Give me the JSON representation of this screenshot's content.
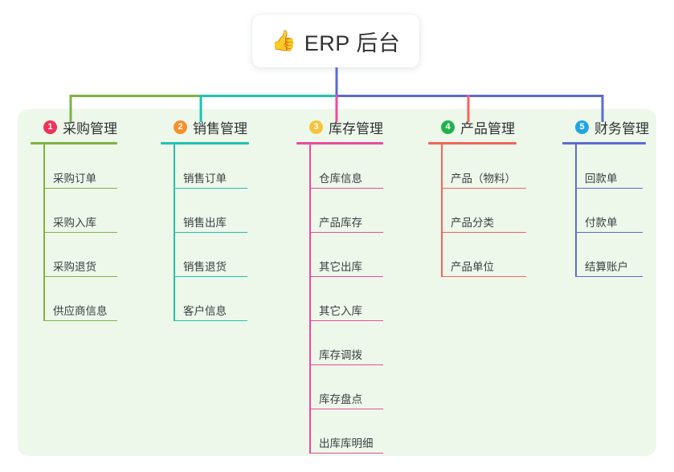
{
  "root": {
    "icon": "thumbs-up-icon",
    "emoji": "👍",
    "title": "ERP 后台"
  },
  "panel": {
    "background": "#EDF7EA"
  },
  "columns": [
    {
      "index": "1",
      "badge_color": "#F0325A",
      "color": "#7CB342",
      "label": "采购管理",
      "items": [
        "采购订单",
        "采购入库",
        "采购退货",
        "供应商信息"
      ]
    },
    {
      "index": "2",
      "badge_color": "#F5902B",
      "color": "#1FC3B0",
      "label": "销售管理",
      "items": [
        "销售订单",
        "销售出库",
        "销售退货",
        "客户信息"
      ]
    },
    {
      "index": "3",
      "badge_color": "#FAC23C",
      "color": "#EA4C9B",
      "label": "库存管理",
      "items": [
        "仓库信息",
        "产品库存",
        "其它出库",
        "其它入库",
        "库存调拨",
        "库存盘点",
        "出库库明细"
      ]
    },
    {
      "index": "4",
      "badge_color": "#22B24C",
      "color": "#F4645B",
      "label": "产品管理",
      "items": [
        "产品（物料）",
        "产品分类",
        "产品单位"
      ]
    },
    {
      "index": "5",
      "badge_color": "#21A5DE",
      "color": "#5B6BD1",
      "label": "财务管理",
      "items": [
        "回款单",
        "付款单",
        "结算账户"
      ]
    }
  ],
  "connectors": {
    "trunk_color": "#5B6BD1",
    "segments": [
      {
        "name": "purchase-branch",
        "color": "#7CB342"
      },
      {
        "name": "sales-branch",
        "color": "#1FC3B0"
      },
      {
        "name": "inventory-branch",
        "color": "#EA4C9B"
      },
      {
        "name": "product-branch",
        "color": "#F4645B"
      },
      {
        "name": "finance-branch",
        "color": "#5B6BD1"
      }
    ]
  }
}
